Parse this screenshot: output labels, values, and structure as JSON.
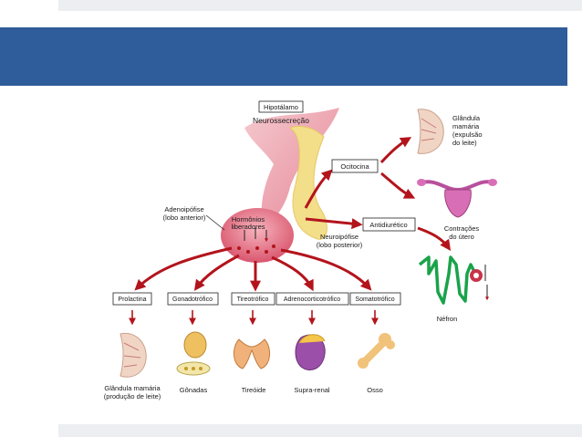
{
  "labels": {
    "hipotalamo": "Hipotálamo",
    "neurossecrecao": "Neurossecreção",
    "adeno_1": "Adenoipófise",
    "adeno_2": "(lobo anterior)",
    "hormonios_1": "Hormônios",
    "hormonios_2": "liberadores",
    "neuro_1": "Neuroipófise",
    "neuro_2": "(lobo posterior)",
    "ocitocina": "Ocitocina",
    "antidiuretico": "Antidiurético",
    "glandula_top_1": "Glândula",
    "glandula_top_2": "mamária",
    "glandula_top_3": "(expulsão",
    "glandula_top_4": "do leite)",
    "contracoes_1": "Contrações",
    "contracoes_2": "do útero",
    "nefron": "Néfron"
  },
  "hormones": [
    {
      "label": "Prolactina",
      "target": "Glândula mamária",
      "target2": "(produção de leite)"
    },
    {
      "label": "Gonadotrófico",
      "target": "Gônadas",
      "target2": ""
    },
    {
      "label": "Tireotrófico",
      "target": "Tireóide",
      "target2": ""
    },
    {
      "label": "Adrenocorticotrófico",
      "target": "Supra-renal",
      "target2": ""
    },
    {
      "label": "Somatotrófico",
      "target": "Osso",
      "target2": ""
    }
  ],
  "colors": {
    "banner": "#2f5c9a",
    "arrow": "#b3141c",
    "pituitary_pink": "#e77f8f",
    "neuro_yellow": "#f3de8a",
    "nephron_green": "#1aa34a"
  }
}
